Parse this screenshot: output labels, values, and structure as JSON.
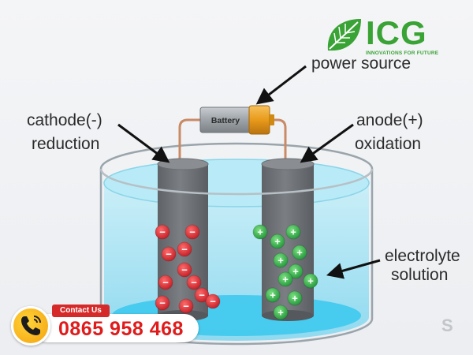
{
  "labels": {
    "power_source": "power source",
    "battery": "Battery",
    "cathode_line1": "cathode(-)",
    "cathode_line2": "reduction",
    "anode_line1": "anode(+)",
    "anode_line2": "oxidation",
    "electrolyte_line1": "electrolyte",
    "electrolyte_line2": "solution"
  },
  "ions": {
    "cathode_symbol": "−",
    "anode_symbol": "+",
    "cathode_count": 11,
    "anode_count": 11
  },
  "logo": {
    "text": "ICG",
    "tagline": "INNOVATIONS FOR FUTURE",
    "icon": "leaf-icon"
  },
  "contact": {
    "label": "Contact Us",
    "phone": "0865 958 468",
    "icon": "phone-icon"
  },
  "watermark": {
    "text": "S"
  },
  "colors": {
    "electrolyte": "#a6e3f2",
    "electrode": "#6f7378",
    "cathode_ion": "#d6272e",
    "anode_ion": "#2fb54a",
    "battery_body": "#9da3a8",
    "battery_cap": "#e89a1a",
    "wire": "#c98a66",
    "logo_green": "#3aa335",
    "contact_red": "#e01b1b"
  }
}
